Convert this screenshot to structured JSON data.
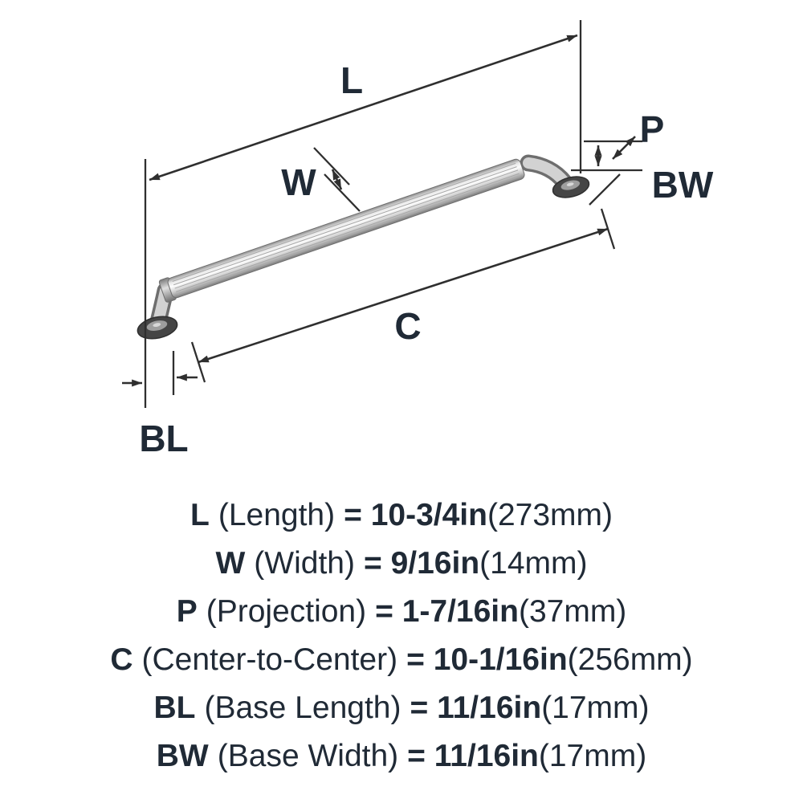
{
  "diagram": {
    "labels": {
      "l": "L",
      "w": "W",
      "p": "P",
      "bw": "BW",
      "c": "C",
      "bl": "BL"
    }
  },
  "specs": [
    {
      "abbr": "L",
      "name": "(Length)",
      "value": "= 10-3/4in",
      "metric": "(273mm)"
    },
    {
      "abbr": "W",
      "name": "(Width)",
      "value": "= 9/16in",
      "metric": "(14mm)"
    },
    {
      "abbr": "P",
      "name": "(Projection)",
      "value": "= 1-7/16in",
      "metric": "(37mm)"
    },
    {
      "abbr": "C",
      "name": "(Center-to-Center)",
      "value": "= 10-1/16in",
      "metric": "(256mm)"
    },
    {
      "abbr": "BL",
      "name": "(Base Length)",
      "value": "= 11/16in",
      "metric": "(17mm)"
    },
    {
      "abbr": "BW",
      "name": "(Base Width)",
      "value": "= 11/16in",
      "metric": "(17mm)"
    }
  ],
  "colors": {
    "diagram_line": "#2f2f2f",
    "text": "#202a36",
    "metal_light": "#f5f5f5",
    "metal_dark": "#8a8a8a"
  }
}
